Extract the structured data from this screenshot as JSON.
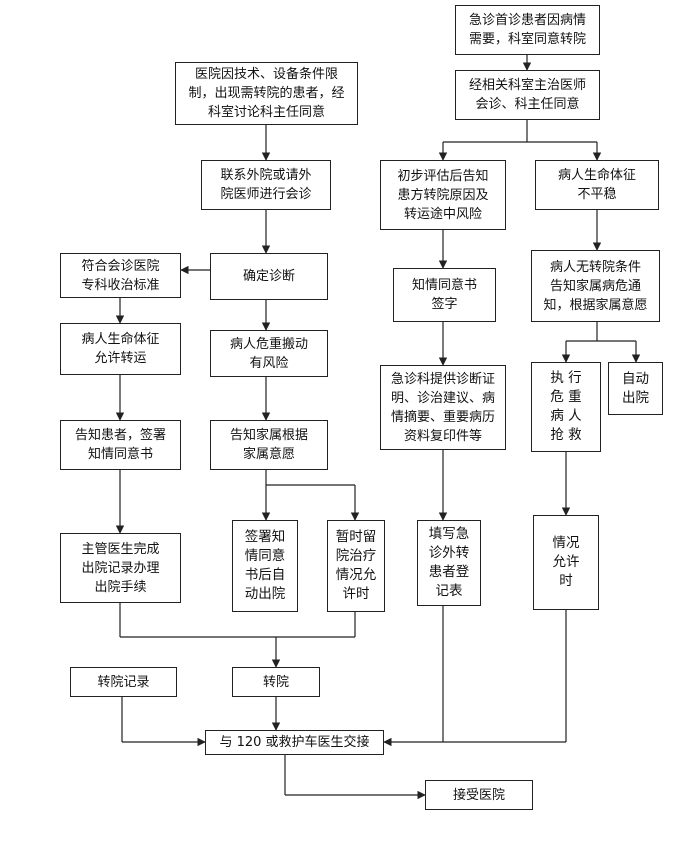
{
  "nodes": {
    "n1": "急诊首诊患者因病情\n需要，科室同意转院",
    "n2": "经相关科室主治医师\n会诊、科主任同意",
    "n3": "医院因技术、设备条件限\n制，出现需转院的患者，经\n科室讨论科主任同意",
    "n4": "联系外院或请外\n院医师进行会诊",
    "n5": "初步评估后告知\n患方转院原因及\n转运途中风险",
    "n6": "病人生命体征\n不平稳",
    "n7": "符合会诊医院\n专科收治标准",
    "n8": "确定诊断",
    "n9": "知情同意书\n签字",
    "n10": "病人无转院条件\n告知家属病危通\n知，根据家属意愿",
    "n11": "病人生命体征\n允许转运",
    "n12": "病人危重搬动\n有风险",
    "n13": "急诊科提供诊断证\n明、诊治建议、病\n情摘要、重要病历\n资料复印件等",
    "n14": "执  行\n危  重\n病  人\n抢  救",
    "n15": "自动\n出院",
    "n16": "告知患者，签署\n知情同意书",
    "n17": "告知家属根据\n家属意愿",
    "n18": "主管医生完成\n出院记录办理\n出院手续",
    "n19": "签署知\n情同意\n书后自\n动出院",
    "n20": "暂时留\n院治疗\n情况允\n许时",
    "n21": "填写急\n诊外转\n患者登\n记表",
    "n22": "情况\n允许\n时",
    "n23": "转院记录",
    "n24": "转院",
    "n25": "与 120 或救护车医生交接",
    "n26": "接受医院"
  }
}
